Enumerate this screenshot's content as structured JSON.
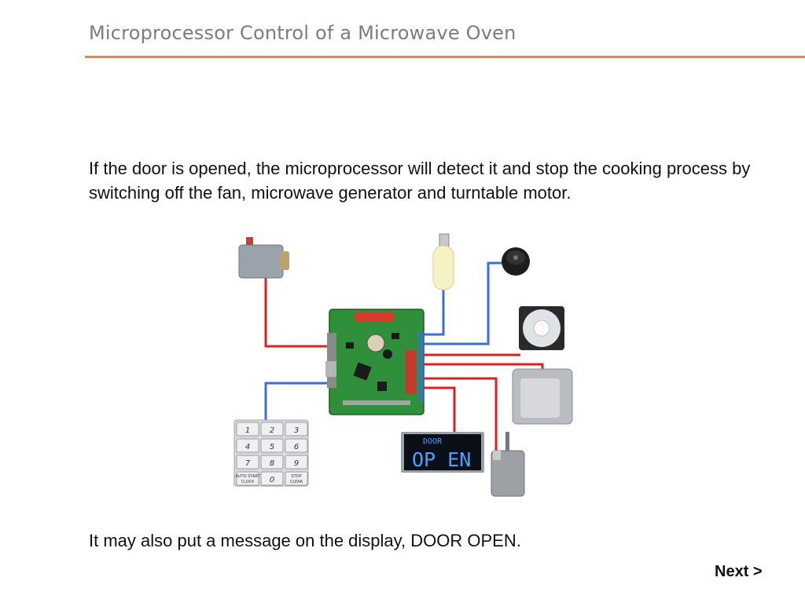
{
  "slide": {
    "title": "Microprocessor Control of a Microwave Oven",
    "intro_text": "If the door is opened, the microprocessor will detect it and stop the cooking process by switching off the fan, microwave generator and turntable motor.",
    "outro_text": "It may also put a message on the display, DOOR OPEN.",
    "next_label": "Next >"
  },
  "colors": {
    "title_rule": "#f0843c",
    "wire_red": "#e02020",
    "wire_blue": "#3a6fd8",
    "display_segments": "#4aa0ff"
  },
  "keypad": {
    "keys": [
      "1",
      "2",
      "3",
      "4",
      "5",
      "6",
      "7",
      "8",
      "9",
      "AUTO START\nCLOCK",
      "0",
      "STOP\nCLEAR"
    ]
  },
  "display": {
    "top_text": "DOOR",
    "main_text": "OP EN"
  },
  "diagram": {
    "icons": [
      "door-switch-icon",
      "lamp-icon",
      "buzzer-icon",
      "fan-icon",
      "microwave-generator-icon",
      "turntable-motor-icon",
      "keypad-icon",
      "display-icon",
      "circuit-board-icon"
    ]
  }
}
